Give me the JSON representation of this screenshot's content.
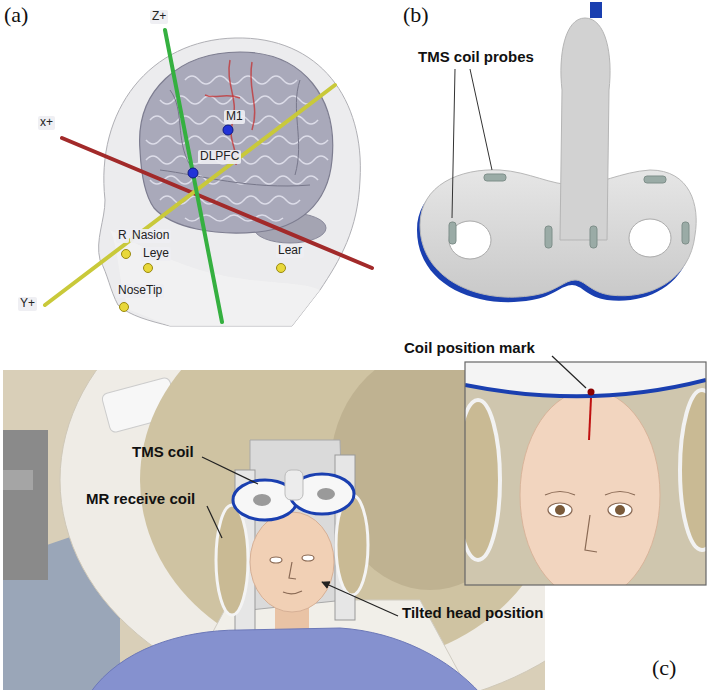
{
  "diagram": {
    "labels": [
      "(a)",
      "Z+",
      "(b)",
      "TMS coil probes",
      "M1",
      "x+",
      "DLPFC",
      "R",
      "Nasion",
      "Leye",
      "Lear",
      "Y+",
      "NoseTip",
      "Coil position mark",
      "TMS coil",
      "MR receive coil",
      "Tilted head position",
      "(c)"
    ]
  }
}
